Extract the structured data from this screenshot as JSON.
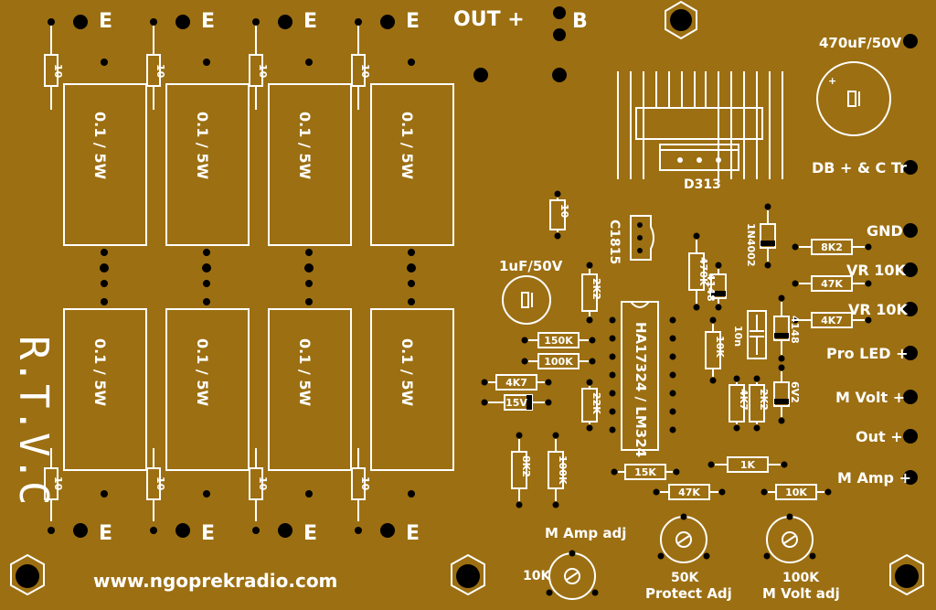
{
  "board": {
    "background": "#9c6f12",
    "silk_color": "#ffffff",
    "pad_color": "#000000",
    "brand": "R.T.V.C",
    "website": "www.ngoprekradio.com"
  },
  "emitter_resistor": {
    "label": "0.1 / 5W"
  },
  "ballast_resistor": {
    "label": "10"
  },
  "labels": {
    "emitter": "E",
    "out_plus": "OUT +",
    "b": "B",
    "cap_470": "470uF/50V",
    "db_ctr": "DB + & C Tr",
    "transistor": "D313",
    "driver": "C1815",
    "diode_1n4002": "1N4002",
    "cap_1u": "1uF/50V",
    "ic": "HA17324 / LM324",
    "gnd": "GND",
    "vr10k_1": "VR 10K",
    "vr10k_2": "VR 10K",
    "pro_led": "Pro LED +",
    "m_volt": "M Volt +",
    "out": "Out +",
    "m_amp": "M Amp +",
    "m_amp_adj": "M Amp adj",
    "pot_10k": "10K",
    "pot_50k": "50K",
    "protect_adj": "Protect Adj",
    "pot_100k": "100K",
    "m_volt_adj": "M Volt adj"
  },
  "components": {
    "r_10_driver": "10",
    "r_2k2_a": "2K2",
    "r_470k": "470K",
    "d_4148_a": "4148",
    "r_8k2": "8K2",
    "r_47k": "47K",
    "r_4k7_a": "4K7",
    "c_10n": "10n",
    "d_4148_b": "4148",
    "r_10k_a": "10K",
    "r_150k": "150K",
    "r_100k_a": "100K",
    "r_4k7_b": "4K7",
    "z_15v": "15V",
    "r_22k": "22K",
    "r_4k7_c": "4K7",
    "r_2k2_b": "2K2",
    "z_6v2": "6V2",
    "r_8k2_b": "8K2",
    "r_100k_b": "100K",
    "r_1k": "1K",
    "r_15k": "15K",
    "r_47k_b": "47K",
    "r_10k_b": "10K"
  }
}
